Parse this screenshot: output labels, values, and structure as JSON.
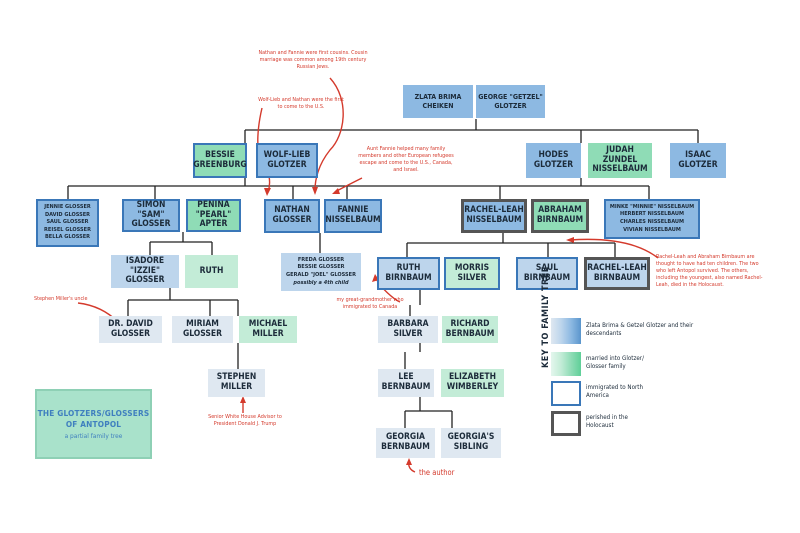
{
  "people": {
    "zlata": "ZLATA BRIMA CHEIKEN",
    "getzel": "GEORGE \"GETZEL\" GLOTZER",
    "bessie": "BESSIE GREENBURG",
    "wolf": "WOLF-LIEB GLOTZER",
    "hodes": "HODES GLOTZER",
    "judah": "JUDAH ZUNDEL NISSELBAUM",
    "isaac": "ISAAC GLOTZER",
    "glosser_kids": [
      "JENNIE GLOSSER",
      "DAVID GLOSSER",
      "SAUL GLOSSER",
      "REISEL GLOSSER",
      "BELLA GLOSSER"
    ],
    "simon": "SIMON \"SAM\" GLOSSER",
    "penina": "PENINA \"PEARL\" APTER",
    "nathan": "NATHAN GLOSSER",
    "fannie": "FANNIE NISSELBAUM",
    "rachel_leah": "RACHEL-LEAH NISSELBAUM",
    "abraham": "ABRAHAM BIRNBAUM",
    "nisselbaum_kids": [
      "MINKE \"MINNIE\" NISSELBAUM",
      "HERBERT NISSELBAUM",
      "CHARLES NISSELBAUM",
      "VIVIAN NISSELBAUM"
    ],
    "isadore": "ISADORE \"IZZIE\" GLOSSER",
    "ruth_g": "RUTH",
    "nathan_kids": [
      "FREDA GLOSSER",
      "BESSIE GLOSSER",
      "GERALD \"JOEL\" GLOSSER"
    ],
    "nathan_kids_note": "possibly a 4th child",
    "ruth_b": "RUTH BIRNBAUM",
    "morris": "MORRIS SILVER",
    "saul_b": "SAUL BIRNBAUM",
    "rachel_leah_b": "RACHEL-LEAH BIRNBAUM",
    "david": "DR. DAVID GLOSSER",
    "miriam": "MIRIAM GLOSSER",
    "michael": "MICHAEL MILLER",
    "barbara": "BARBARA SILVER",
    "richard": "RICHARD BERNBAUM",
    "stephen": "STEPHEN MILLER",
    "lee": "LEE BERNBAUM",
    "elizabeth": "ELIZABETH WIMBERLEY",
    "georgia": "GEORGIA BERNBAUM",
    "georgia_sib": "GEORGIA'S SIBLING"
  },
  "notes": {
    "cousins": "Nathan and Fannie were first cousins. Cousin marriage was common among 19th century Russian Jews.",
    "wolf_first": "Wolf-Lieb and Nathan were the first to come to the U.S.",
    "fannie_helped": "Aunt Fannie helped many family members and other European refugees escape and come to the U.S., Canada, and Israel.",
    "stephen_uncle": "Stephen Miller's uncle",
    "great_grandmother": "my great-grandmother who immigrated to Canada",
    "ten_children": "Rachel-Leah and Abraham Birnbaum are thought to have had ten children. The two who left Antopol survived. The others, including the youngest, also named Rachel-Leah, died in the Holocaust.",
    "stephen_role": "Senior White House Advisor to President Donald J. Trump",
    "author": "the author"
  },
  "title": {
    "main": "THE GLOTZERS/GLOSSERS OF ANTOPOL",
    "sub": "a partial family tree"
  },
  "key": {
    "heading": "KEY TO FAMILY TREE",
    "items": [
      "Zlata Brima & Getzel Glotzer and their descendants",
      "married into Glotzer/ Glosser family",
      "immigrated to North America",
      "perished in the Holocaust"
    ]
  },
  "colors": {
    "blue": "#8db9e2",
    "green": "#8fdcb6",
    "annotation_red": "#d43a2c",
    "immigrant_border": "#3a77b8"
  }
}
